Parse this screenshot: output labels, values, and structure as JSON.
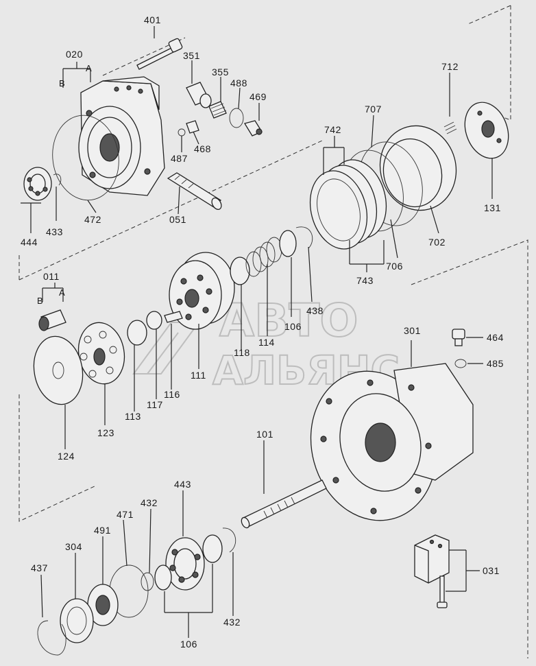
{
  "labels": {
    "p401": "401",
    "p020": "020",
    "pA1": "A",
    "pB1": "B",
    "p351": "351",
    "p355": "355",
    "p488": "488",
    "p469": "469",
    "p468": "468",
    "p487": "487",
    "p472": "472",
    "p051": "051",
    "p433": "433",
    "p444": "444",
    "p712": "712",
    "p707": "707",
    "p742": "742",
    "p131": "131",
    "p702": "702",
    "p706": "706",
    "p743": "743",
    "p438": "438",
    "p106a": "106",
    "p114": "114",
    "p118": "118",
    "p011": "011",
    "pA2": "A",
    "pB2": "B",
    "p111": "111",
    "p116": "116",
    "p117": "117",
    "p113": "113",
    "p123": "123",
    "p124": "124",
    "p301": "301",
    "p464": "464",
    "p485": "485",
    "p101": "101",
    "p443": "443",
    "p432a": "432",
    "p471": "471",
    "p491": "491",
    "p304": "304",
    "p437": "437",
    "p106b": "106",
    "p432b": "432",
    "p031": "031"
  },
  "watermark": {
    "line1": "АВТО",
    "line2": "АЛЬЯНС"
  }
}
